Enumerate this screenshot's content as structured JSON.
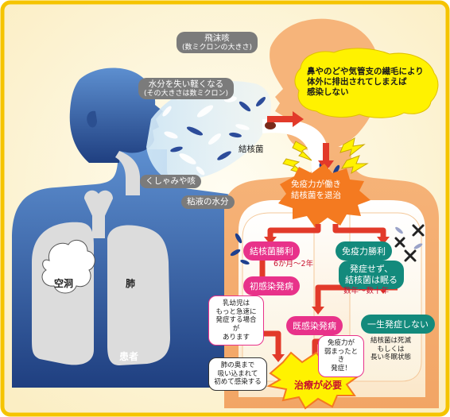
{
  "droplets": {
    "line1": "飛沫咳",
    "line2": "(数ミクロンの大きさ)"
  },
  "evaporated": {
    "line1": "水分を失い軽くなる",
    "line2": "(その大きさは数ミクロン)"
  },
  "nose_note": {
    "line1": "鼻やのどや気管支の繊毛により",
    "line2": "体外に排出されてしまえば",
    "line3": "感染しない"
  },
  "tb_bacteria": "結核菌",
  "sneeze": "くしゃみや咳",
  "mucus": "粘液の水分",
  "cavity": "空洞",
  "lung": "肺",
  "patient": "患者",
  "immunity_box": {
    "line1": "免疫力が働き",
    "line2": "結核菌を退治"
  },
  "tb_wins": "結核菌勝利",
  "immune_wins": "免疫力勝利",
  "period_short": "6か月〜2年",
  "primary_onset": "初感染発病",
  "dormant": {
    "line1": "発症せず、",
    "line2": "結核菌は眠る"
  },
  "period_long": "数年〜数十年",
  "infant_note": {
    "line1": "乳幼児は",
    "line2": "もっと急速に",
    "line3": "発症する場合が",
    "line4": "あります"
  },
  "reactivation": "既感染発病",
  "no_onset": "一生発症しない",
  "weak_immunity": {
    "line1": "免疫力が",
    "line2": "弱まったとき",
    "line3": "発症！"
  },
  "deep_lung_note": {
    "line1": "肺の奥まで",
    "line2": "吸い込まれて",
    "line3": "初めて感染する"
  },
  "dead_note": {
    "line1": "結核菌は死滅",
    "line2": "もしくは",
    "line3": "長い冬眠状態"
  },
  "treatment": "治療が必要",
  "colors": {
    "frame": "#f5c400",
    "patient_blue": "#2f5a9e",
    "person_orange": "#f0a868",
    "pink": "#e8328a",
    "teal": "#138a7c",
    "red_arrow": "#e23a2a",
    "burst": "#f47a20"
  }
}
